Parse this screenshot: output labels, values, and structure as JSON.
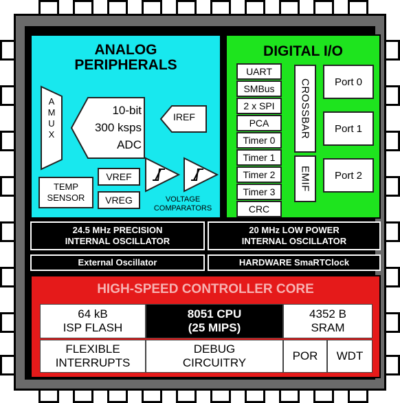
{
  "analog": {
    "title_line1": "ANALOG",
    "title_line2": "PERIPHERALS",
    "amux": [
      "A",
      "M",
      "U",
      "X"
    ],
    "adc_line1": "10-bit",
    "adc_line2": "300 ksps",
    "adc_line3": "ADC",
    "iref": "IREF",
    "vref": "VREF",
    "vreg": "VREG",
    "temp_line1": "TEMP",
    "temp_line2": "SENSOR",
    "comparators_line1": "VOLTAGE",
    "comparators_line2": "COMPARATORS"
  },
  "digital": {
    "title": "DIGITAL I/O",
    "peripherals": [
      "UART",
      "SMBus",
      "2 x SPI",
      "PCA",
      "Timer 0",
      "Timer 1",
      "Timer 2",
      "Timer 3",
      "CRC"
    ],
    "crossbar": "CROSSBAR",
    "emif": "EMIF",
    "ports": [
      "Port 0",
      "Port 1",
      "Port 2"
    ]
  },
  "oscillators": {
    "precision_line1": "24.5 MHz PRECISION",
    "precision_line2": "INTERNAL OSCILLATOR",
    "lowpower_line1": "20 MHz LOW POWER",
    "lowpower_line2": "INTERNAL OSCILLATOR",
    "external": "External Oscillator",
    "smartclock": "HARDWARE SmaRTClock"
  },
  "core": {
    "title": "HIGH-SPEED CONTROLLER CORE",
    "flash_line1": "64 kB",
    "flash_line2": "ISP FLASH",
    "cpu_line1": "8051 CPU",
    "cpu_line2": "(25 MIPS)",
    "sram_line1": "4352 B",
    "sram_line2": "SRAM",
    "interrupts_line1": "FLEXIBLE",
    "interrupts_line2": "INTERRUPTS",
    "debug_line1": "DEBUG",
    "debug_line2": "CIRCUITRY",
    "por": "POR",
    "wdt": "WDT"
  },
  "colors": {
    "analog_bg": "#18e8ee",
    "digital_bg": "#1ee41e",
    "core_bg": "#e51a1a",
    "chip_frame": "#6a6a6a"
  }
}
